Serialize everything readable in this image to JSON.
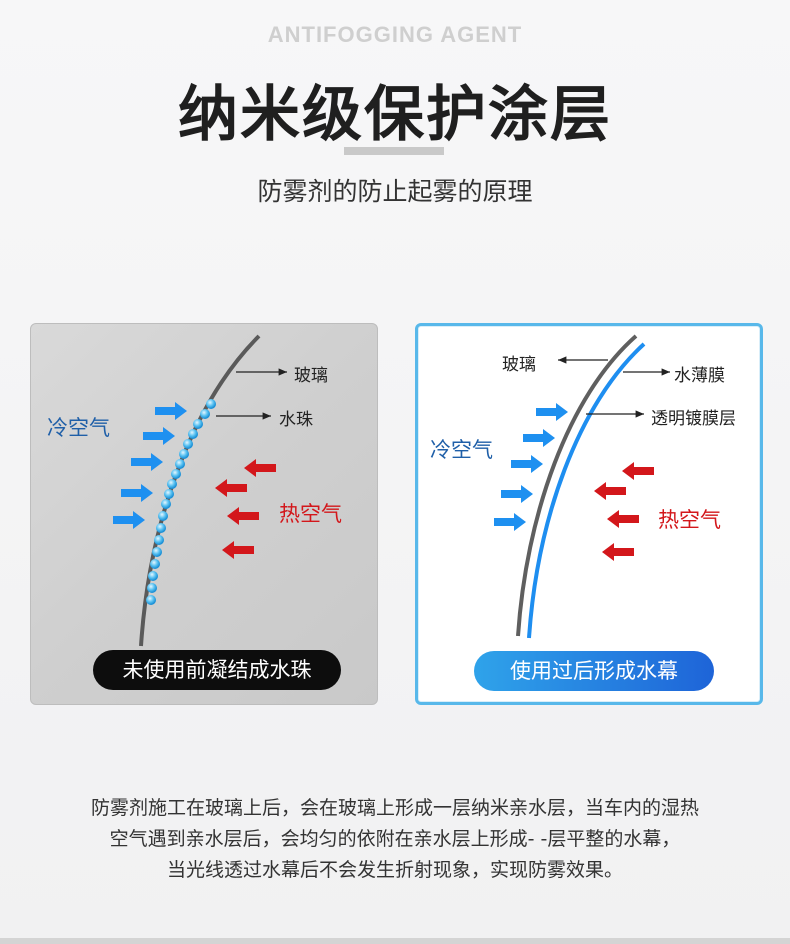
{
  "header": {
    "eyebrow": "ANTIFOGGING AGENT",
    "title": "纳米级保护涂层",
    "subtitle": "防雾剂的防止起雾的原理"
  },
  "left_panel": {
    "label_glass": "玻璃",
    "label_droplets": "水珠",
    "label_cold_air": "冷空气",
    "label_hot_air": "热空气",
    "caption": "未使用前凝结成水珠"
  },
  "right_panel": {
    "label_glass": "玻璃",
    "label_water_film": "水薄膜",
    "label_coating": "透明镀膜层",
    "label_cold_air": "冷空气",
    "label_hot_air": "热空气",
    "caption": "使用过后形成水幕"
  },
  "colors": {
    "cold_arrow": "#1e90f0",
    "hot_arrow": "#d3171b",
    "droplet": "#29a8e8",
    "coating": "#1e8ef0",
    "glass": "#5f5f5f"
  },
  "description": {
    "line1": "防雾剂施工在玻璃上后，会在玻璃上形成一层纳米亲水层，当车内的湿热",
    "line2": "空气遇到亲水层后，会均匀的依附在亲水层上形成- -层平整的水幕，",
    "line3": "当光线透过水幕后不会发生折射现象，实现防雾效果。"
  }
}
